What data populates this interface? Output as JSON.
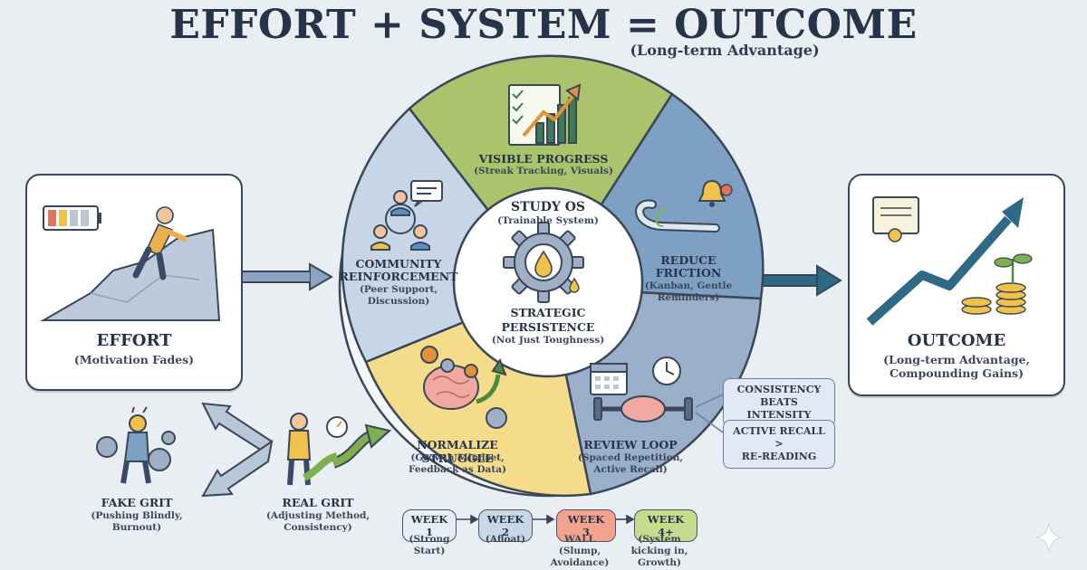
{
  "header": {
    "title": "EFFORT + SYSTEM = OUTCOME",
    "subtitle": "(Long-term Advantage)"
  },
  "effort": {
    "title": "EFFORT",
    "subtitle": "(Motivation Fades)"
  },
  "outcome": {
    "title": "OUTCOME",
    "subtitle_line1": "(Long-term Advantage,",
    "subtitle_line2": "Compounding Gains)"
  },
  "center": {
    "title": "STUDY OS",
    "subtitle": "(Trainable System)",
    "persistence_line1": "STRATEGIC",
    "persistence_line2": "PERSISTENCE",
    "persistence_sub": "(Not Just Toughness)"
  },
  "segments": {
    "visible_progress": {
      "title": "VISIBLE PROGRESS",
      "subtitle": "(Streak Tracking, Visuals)"
    },
    "reduce_friction": {
      "title_line1": "REDUCE",
      "title_line2": "FRICTION",
      "sub_line1": "(Kanban, Gentle",
      "sub_line2": "Reminders)"
    },
    "review_loop": {
      "title": "REVIEW LOOP",
      "sub_line1": "(Spaced Repetition,",
      "sub_line2": "Active Recall)"
    },
    "normalize_struggle": {
      "title": "NORMALIZE STRUGGLE",
      "sub_line1": "(Growth Mindset,",
      "sub_line2": "Feedback as Data)"
    },
    "community": {
      "title_line1": "COMMUNITY",
      "title_line2": "REINFORCEMENT",
      "sub_line1": "(Peer Support,",
      "sub_line2": "Discussion)"
    }
  },
  "tips": {
    "consistency_line1": "CONSISTENCY",
    "consistency_line2": "BEATS INTENSITY",
    "recall_line1": "ACTIVE RECALL >",
    "recall_line2": "RE-READING"
  },
  "grit": {
    "fake": {
      "title": "FAKE GRIT",
      "sub_line1": "(Pushing Blindly,",
      "sub_line2": "Burnout)"
    },
    "real": {
      "title": "REAL GRIT",
      "sub_line1": "(Adjusting Method,",
      "sub_line2": "Consistency)"
    }
  },
  "weeks": [
    {
      "label": "WEEK 1",
      "sub1": "(Strong",
      "sub2": "Start)",
      "sub3": ""
    },
    {
      "label": "WEEK 2",
      "sub1": "(Afloat)",
      "sub2": "",
      "sub3": ""
    },
    {
      "label": "WEEK 3",
      "sub1": "WALL",
      "sub2": "(Slump,",
      "sub3": "Avoidance)"
    },
    {
      "label": "WEEK 4+",
      "sub1": "(System",
      "sub2": "kicking in,",
      "sub3": "Growth)"
    }
  ],
  "colors": {
    "visible_progress": "#a9c46a",
    "reduce_friction": "#7ea0c2",
    "review_loop": "#9aafca",
    "normalize_struggle": "#f4dc8a",
    "community": "#c6d6e6",
    "week1": "#e6edf5",
    "week2": "#c9d6e4",
    "week3": "#f3a28e",
    "week4": "#c6dc8c"
  }
}
